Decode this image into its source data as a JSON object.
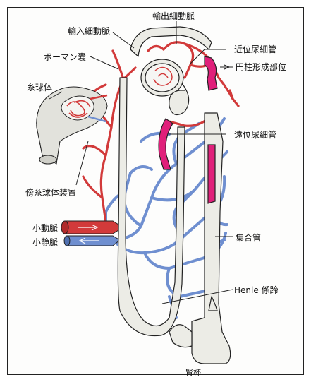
{
  "labels": {
    "efferent_arteriole": "輸出細動脈",
    "afferent_arteriole": "輸入細動脈",
    "proximal_tubule": "近位尿細管",
    "bowman_capsule": "ボーマン嚢",
    "columnar_region": "円柱形成部位",
    "glomerulus": "糸球体",
    "distal_tubule": "遠位尿細管",
    "juxtaglomerular_apparatus": "傍糸球体装置",
    "small_artery": "小動脈",
    "small_vein": "小静脈",
    "collecting_duct": "集合管",
    "loop_of_henle": "Henle 係蹄",
    "renal_calyx": "腎杯"
  },
  "colors": {
    "artery": "#d23a3a",
    "vein": "#6f8fd0",
    "tubule": "#e9e9e4",
    "highlight": "#e0207a",
    "outline": "#222222"
  }
}
